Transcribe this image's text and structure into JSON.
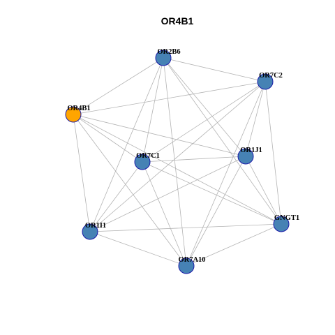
{
  "title": "OR4B1",
  "colors": {
    "query_node": "#ffa500",
    "default_node": "#4682b4",
    "node_border": "#1a1aa8",
    "edge": "#b3b3b3"
  },
  "nodes": [
    {
      "id": "OR2B6",
      "label": "OR2B6",
      "highlight": false
    },
    {
      "id": "OR7C2",
      "label": "OR7C2",
      "highlight": false
    },
    {
      "id": "OR4B1",
      "label": "OR4B1",
      "highlight": true
    },
    {
      "id": "OR7C1",
      "label": "OR7C1",
      "highlight": false
    },
    {
      "id": "OR1J1",
      "label": "OR1J1",
      "highlight": false
    },
    {
      "id": "OR1I1",
      "label": "OR1I1",
      "highlight": false
    },
    {
      "id": "GNGT1",
      "label": "GNGT1",
      "highlight": false
    },
    {
      "id": "OR7A10",
      "label": "OR7A10",
      "highlight": false
    }
  ],
  "edges": [
    [
      "OR2B6",
      "OR7C2"
    ],
    [
      "OR2B6",
      "OR4B1"
    ],
    [
      "OR2B6",
      "OR7C1"
    ],
    [
      "OR2B6",
      "OR1J1"
    ],
    [
      "OR2B6",
      "OR1I1"
    ],
    [
      "OR2B6",
      "GNGT1"
    ],
    [
      "OR2B6",
      "OR7A10"
    ],
    [
      "OR7C2",
      "OR4B1"
    ],
    [
      "OR7C2",
      "OR7C1"
    ],
    [
      "OR7C2",
      "OR1J1"
    ],
    [
      "OR7C2",
      "OR1I1"
    ],
    [
      "OR7C2",
      "GNGT1"
    ],
    [
      "OR7C2",
      "OR7A10"
    ],
    [
      "OR4B1",
      "OR7C1"
    ],
    [
      "OR4B1",
      "OR1J1"
    ],
    [
      "OR4B1",
      "OR1I1"
    ],
    [
      "OR4B1",
      "GNGT1"
    ],
    [
      "OR4B1",
      "OR7A10"
    ],
    [
      "OR7C1",
      "OR1J1"
    ],
    [
      "OR7C1",
      "OR1I1"
    ],
    [
      "OR7C1",
      "GNGT1"
    ],
    [
      "OR7C1",
      "OR7A10"
    ],
    [
      "OR1J1",
      "OR1I1"
    ],
    [
      "OR1J1",
      "GNGT1"
    ],
    [
      "OR1J1",
      "OR7A10"
    ],
    [
      "OR1I1",
      "GNGT1"
    ],
    [
      "OR1I1",
      "OR7A10"
    ],
    [
      "GNGT1",
      "OR7A10"
    ]
  ]
}
